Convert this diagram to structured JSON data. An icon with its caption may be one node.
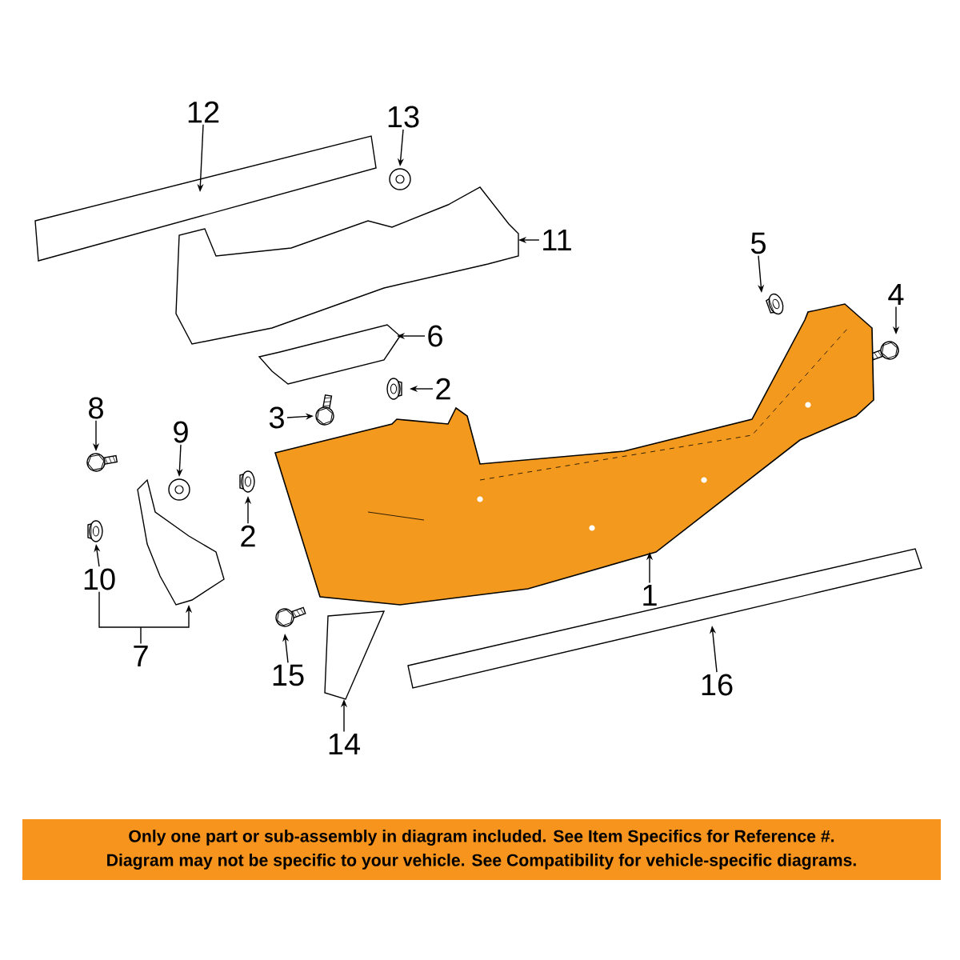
{
  "diagram": {
    "nodes": [
      {
        "text": [
          "12"
        ]
      },
      {
        "text": [],
        "shape": "picture"
      },
      {
        "text": [
          "13"
        ]
      },
      {
        "text": [],
        "shape": "picture"
      },
      {
        "text": [
          "11"
        ]
      },
      {
        "text": [],
        "shape": "picture"
      },
      {
        "text": [
          "5"
        ]
      },
      {
        "text": [],
        "shape": "picture"
      },
      {
        "text": [
          "4"
        ]
      },
      {
        "text": [],
        "shape": "picture"
      },
      {
        "text": [
          "6"
        ]
      },
      {
        "text": [],
        "shape": "picture"
      },
      {
        "text": [
          "2"
        ]
      },
      {
        "text": [],
        "shape": "picture"
      },
      {
        "text": [
          "3"
        ]
      },
      {
        "text": [],
        "shape": "picture"
      },
      {
        "text": [
          "8"
        ]
      },
      {
        "text": [],
        "shape": "picture"
      },
      {
        "text": [
          "9"
        ]
      },
      {
        "text": [],
        "shape": "picture"
      },
      {
        "text": [
          "2"
        ]
      },
      {
        "text": [],
        "shape": "picture"
      },
      {
        "text": [
          "10"
        ]
      },
      {
        "text": [],
        "shape": "picture"
      },
      {
        "text": [
          "7"
        ]
      },
      {
        "text": [],
        "shape": "picture"
      },
      {
        "text": [
          "1"
        ]
      },
      {
        "text": [],
        "shape": "picture"
      },
      {
        "text": [
          "15"
        ]
      },
      {
        "text": [],
        "shape": "picture"
      },
      {
        "text": [
          "16"
        ]
      },
      {
        "text": [],
        "shape": "picture"
      },
      {
        "text": [
          "14"
        ]
      },
      {
        "text": [],
        "shape": "picture"
      },
      {
        "text": [
          "Only one part or sub-assembly in diagram included. See Item Specifics for Reference #.",
          "Diagram may not be specific to your vehicle. See Compatibility for vehicle-specific diagrams."
        ]
      }
    ],
    "edges": [
      {
        "from": 0,
        "to": 1,
        "arrow": "to"
      },
      {
        "from": 2,
        "to": 3,
        "arrow": "to"
      },
      {
        "from": 4,
        "to": 5,
        "arrow": "to"
      },
      {
        "from": 6,
        "to": 7,
        "arrow": "to"
      },
      {
        "from": 8,
        "to": 9,
        "arrow": "to"
      },
      {
        "from": 10,
        "to": 11,
        "arrow": "to"
      },
      {
        "from": 12,
        "to": 13,
        "arrow": "to"
      },
      {
        "from": 14,
        "to": 15,
        "arrow": "to"
      },
      {
        "from": 16,
        "to": 17,
        "arrow": "to"
      },
      {
        "from": 18,
        "to": 19,
        "arrow": "to"
      },
      {
        "from": 20,
        "to": 21,
        "arrow": "to"
      },
      {
        "from": 22,
        "to": 23,
        "arrow": "to"
      },
      {
        "from": 24,
        "to": 25,
        "arrow": "to"
      },
      {
        "from": 26,
        "to": 27,
        "arrow": "to"
      },
      {
        "from": 28,
        "to": 29,
        "arrow": "to"
      },
      {
        "from": 30,
        "to": 31,
        "arrow": "to"
      },
      {
        "from": 32,
        "to": 33,
        "arrow": "to"
      },
      {
        "from": 24,
        "to": 22,
        "arrow": "none"
      }
    ]
  }
}
